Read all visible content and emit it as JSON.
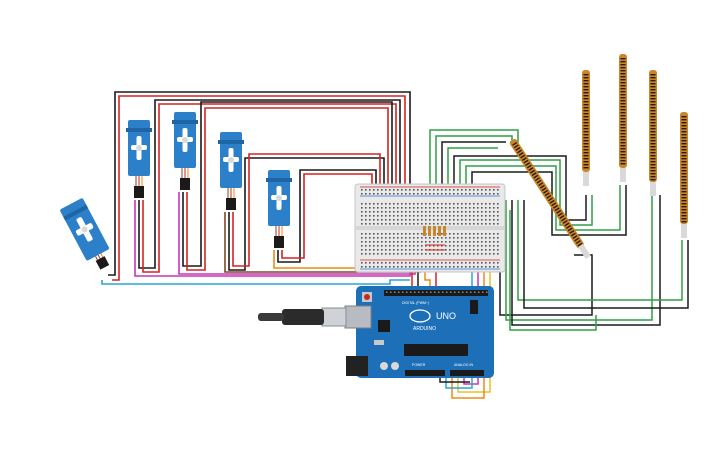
{
  "scene": {
    "background": "#ffffff"
  },
  "arduino": {
    "model_label": "UNO",
    "brand_label": "ARDUINO",
    "board_color": "#1d6fb8",
    "digital_header_label": "DIGITAL (PWM~)",
    "power_header_label": "POWER",
    "analog_header_label": "ANALOG IN"
  },
  "servos": {
    "count": 5,
    "body_color": "#2b80c9"
  },
  "flex_sensors": {
    "count": 5,
    "color": "#c9862b"
  },
  "breadboard": {
    "color": "#e9e9e9"
  },
  "wires": {
    "black": "#1a1a1a",
    "red": "#d42323",
    "green": "#2ea043",
    "orange": "#f08a14",
    "magenta": "#c536b8",
    "cyan": "#2aa6d6",
    "yellow": "#e6c229",
    "brown": "#7a4b24"
  }
}
